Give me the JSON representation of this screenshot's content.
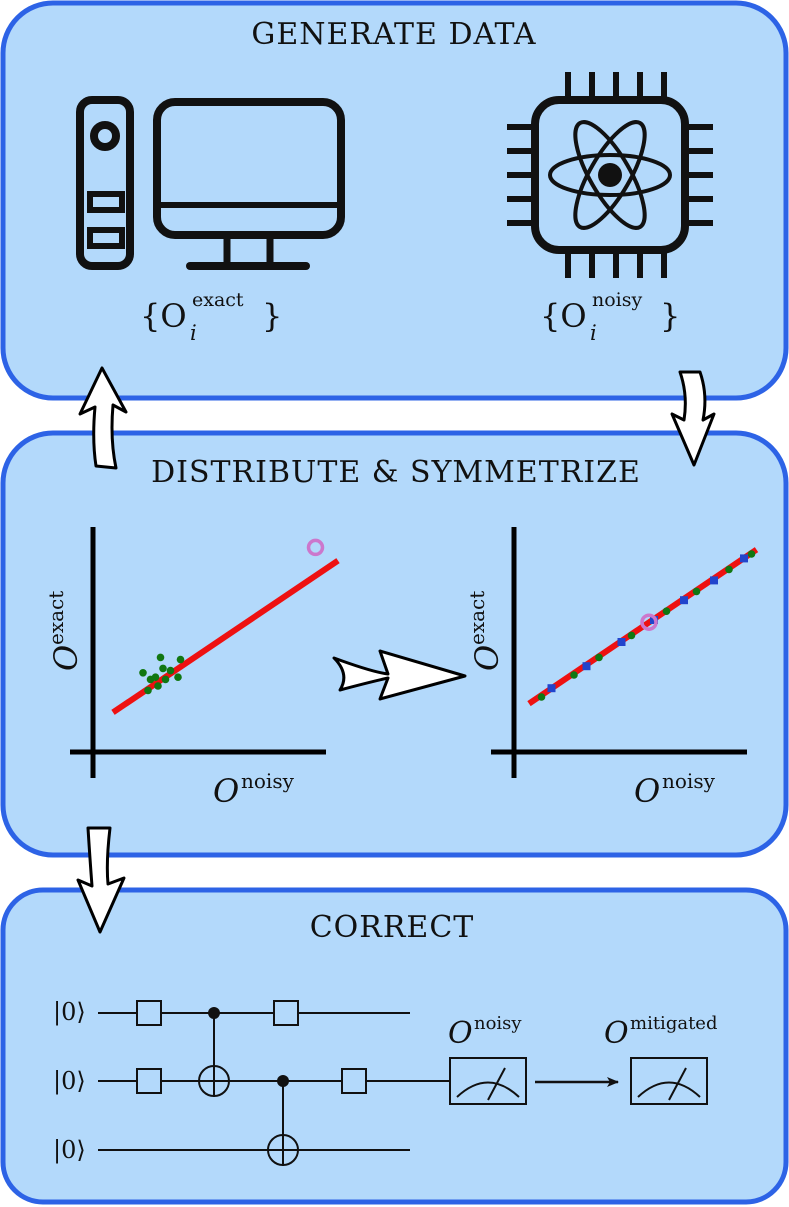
{
  "panels": {
    "generate": {
      "title": "GENERATE DATA"
    },
    "distribute": {
      "title": "DISTRIBUTE & SYMMETRIZE"
    },
    "correct": {
      "title": "CORRECT"
    }
  },
  "labels": {
    "exact_set": {
      "base": "{O",
      "sub": "i",
      "sup": "exact",
      "close": "}"
    },
    "noisy_set": {
      "base": "{O",
      "sub": "i",
      "sup": "noisy",
      "close": "}"
    },
    "axis_symbol": "O",
    "axis_y_sup": "exact",
    "axis_x_sup": "noisy",
    "circuit_noisy_sup": "noisy",
    "circuit_mitigated_sup": "mitigated",
    "ket_zero": "|0⟩"
  },
  "icons": {
    "classical": "desktop-computer-icon",
    "quantum": "quantum-chip-atom-icon",
    "measurement": "measurement-meter-icon"
  },
  "colors": {
    "panel_fill": "#b3d9fb",
    "panel_border": "#2d63e6",
    "fit_line": "#ee1111",
    "outlier": "#cc77cc",
    "points_green": "#117711",
    "points_blue": "#2244cc"
  },
  "chart_data": [
    {
      "type": "scatter",
      "xlabel": "O^noisy",
      "ylabel": "O^exact",
      "xlim": [
        0,
        10
      ],
      "ylim": [
        0,
        10
      ],
      "fit_line": [
        [
          0.8,
          1.8
        ],
        [
          9.8,
          8.7
        ]
      ],
      "series": [
        {
          "x": [
            2.0,
            2.3,
            2.6,
            2.8,
            3.1,
            2.2,
            2.5,
            2.9,
            3.5,
            3.4,
            2.7
          ],
          "y": [
            3.6,
            3.3,
            3.0,
            3.8,
            3.7,
            2.8,
            3.4,
            3.3,
            4.2,
            3.4,
            4.3
          ]
        },
        {
          "x": [
            8.9
          ],
          "y": [
            9.3
          ]
        }
      ]
    },
    {
      "type": "scatter",
      "xlabel": "O^noisy",
      "ylabel": "O^exact",
      "xlim": [
        0,
        10
      ],
      "ylim": [
        0,
        10
      ],
      "fit_line": [
        [
          0.6,
          2.2
        ],
        [
          9.7,
          9.2
        ]
      ],
      "series": [
        {
          "x": [
            1.1,
            2.4,
            3.4,
            4.7,
            6.1,
            7.3,
            8.6,
            9.5
          ],
          "y": [
            2.5,
            3.5,
            4.3,
            5.3,
            6.4,
            7.3,
            8.3,
            9.0
          ]
        },
        {
          "x": [
            1.5,
            2.9,
            4.3,
            5.6,
            6.8,
            8.0,
            9.2
          ],
          "y": [
            2.9,
            3.9,
            5.0,
            6.0,
            6.9,
            7.8,
            8.8
          ]
        },
        {
          "x": [
            5.4
          ],
          "y": [
            5.9
          ]
        }
      ]
    }
  ]
}
